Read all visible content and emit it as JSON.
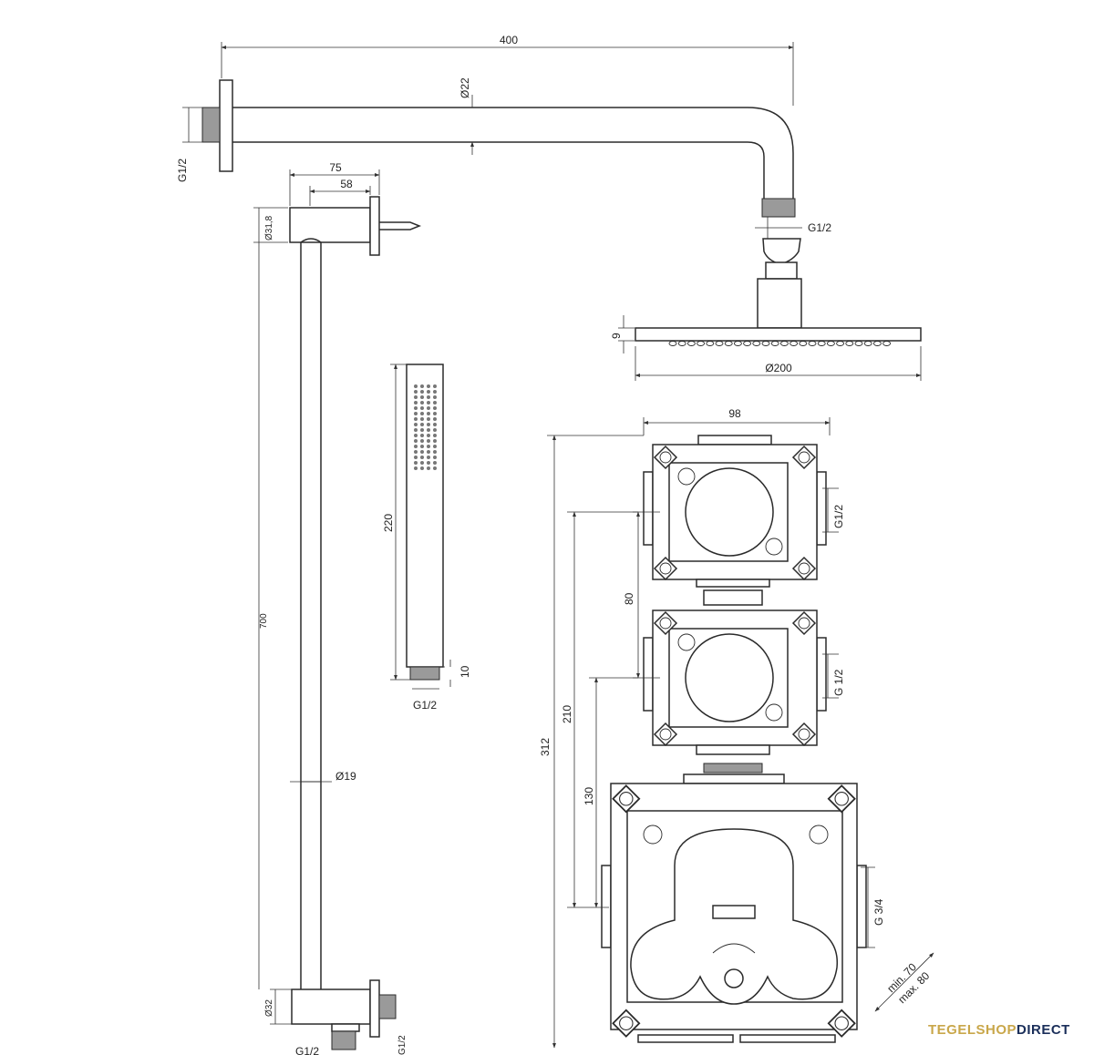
{
  "diagram": {
    "labels": {
      "arm_length": "400",
      "arm_diameter": "Ø22",
      "wall_thread": "G1/2",
      "arm_thread": "G1/2",
      "head_height": "9",
      "head_diameter": "Ø200",
      "holder_75": "75",
      "holder_58": "58",
      "holder_diameter": "Ø31,8",
      "rail_length": "700",
      "rail_diameter": "Ø19",
      "outlet_diameter": "Ø32",
      "outlet_thread_bottom": "G1/2",
      "outlet_thread_side": "G1/2",
      "hand_length": "220",
      "hand_thread": "G1/2",
      "hand_thread_len": "10",
      "box_width": "98",
      "box_upper_thread": "G1/2",
      "box_middle_thread": "G 1/2",
      "box_spacing": "80",
      "height_312": "312",
      "height_210": "210",
      "height_130": "130",
      "thermo_thread": "G 3/4",
      "depth_min": "min. 70",
      "depth_max": "max. 80"
    }
  },
  "brand": {
    "part1": "TEGELSHOP",
    "part2": "DIRECT"
  },
  "colors": {
    "line": "#2b2b2b",
    "thread": "#9a9a9a",
    "brand_gold": "#c9a74a",
    "brand_navy": "#1b2f5a"
  }
}
